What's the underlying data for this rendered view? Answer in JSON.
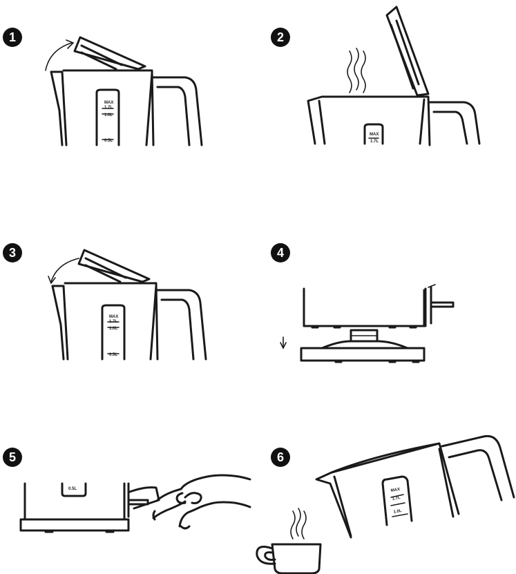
{
  "steps": [
    {
      "number": "1",
      "gauge": [
        "MAX",
        "1.7L",
        "1.0L",
        "0.5L"
      ]
    },
    {
      "number": "2",
      "gauge": [
        "MAX",
        "1.7L"
      ]
    },
    {
      "number": "3",
      "gauge": [
        "MAX",
        "1.7L",
        "1.0L",
        "0.5L"
      ]
    },
    {
      "number": "4"
    },
    {
      "number": "5",
      "gauge": [
        "0.5L"
      ]
    },
    {
      "number": "6",
      "gauge": [
        "MAX",
        "1.7L",
        "1.0L"
      ]
    }
  ],
  "colors": {
    "ink": "#1a1a1a",
    "badge": "#111111",
    "background": "#ffffff"
  }
}
